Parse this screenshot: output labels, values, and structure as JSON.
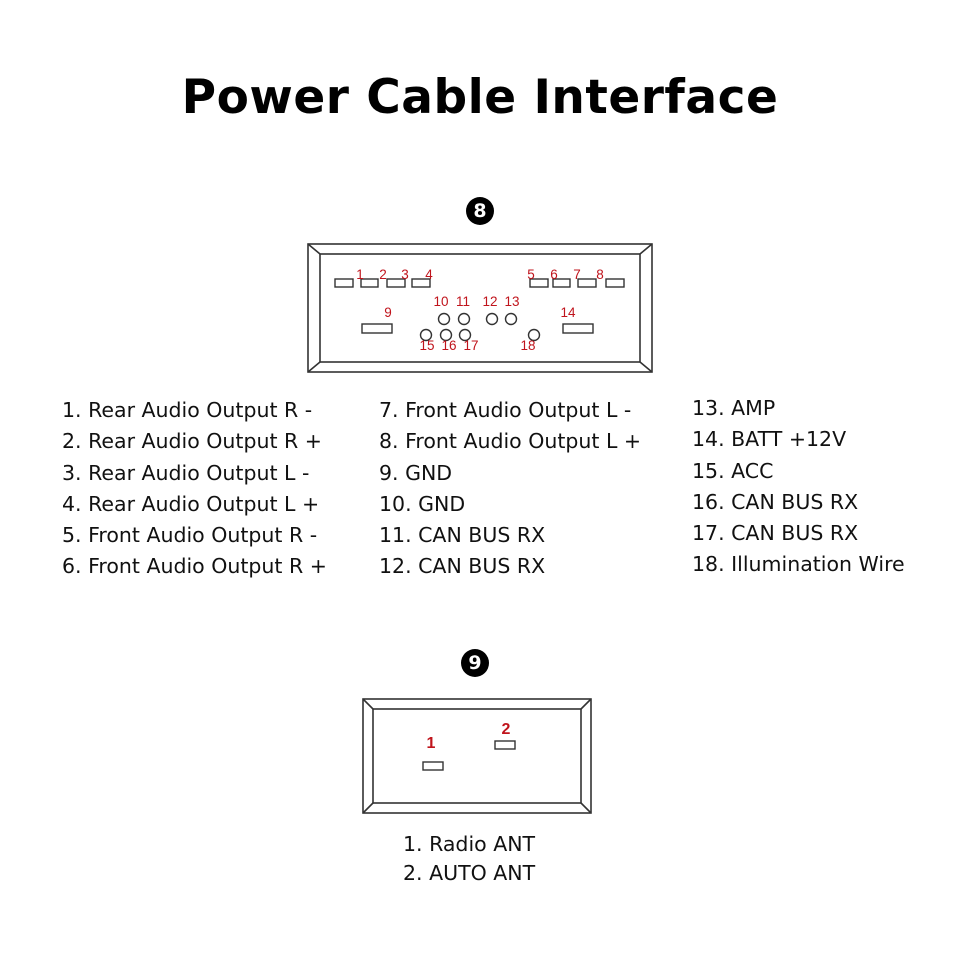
{
  "title": "Power Cable Interface",
  "connector_a": {
    "badge": "8",
    "pin_labels": [
      "1",
      "2",
      "3",
      "4",
      "5",
      "6",
      "7",
      "8",
      "9",
      "10",
      "11",
      "12",
      "13",
      "14",
      "15",
      "16",
      "17",
      "18"
    ],
    "pins_col1": [
      "1. Rear Audio Output R -",
      "2. Rear Audio Output R +",
      "3. Rear Audio Output L -",
      "4. Rear Audio Output L +",
      "5. Front Audio Output R -",
      "6. Front Audio Output R +"
    ],
    "pins_col2": [
      "7. Front Audio Output L -",
      "8. Front Audio Output L +",
      "9. GND",
      "10. GND",
      "11. CAN BUS RX",
      "12. CAN BUS RX"
    ],
    "pins_col3": [
      "13. AMP",
      "14. BATT +12V",
      "15. ACC",
      "16. CAN BUS RX",
      "17. CAN BUS RX",
      "18. Illumination Wire"
    ]
  },
  "connector_b": {
    "badge": "9",
    "pin_labels": [
      "1",
      "2"
    ],
    "pins": [
      "1. Radio ANT",
      "2. AUTO ANT"
    ]
  },
  "colors": {
    "pin_label": "#c0141c",
    "outline": "#333333",
    "badge_bg": "#000000"
  }
}
